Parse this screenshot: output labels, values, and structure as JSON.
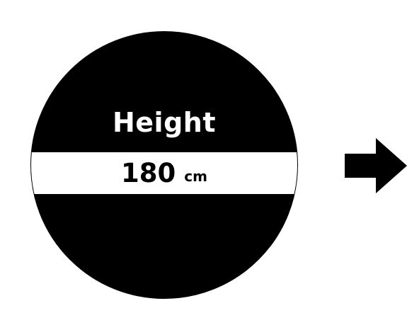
{
  "badge": {
    "title": "Height",
    "value": "180",
    "unit": "cm",
    "fill_color": "#000000",
    "band_color": "#ffffff"
  },
  "arrow": {
    "icon": "arrow-right-icon",
    "color": "#000000"
  }
}
